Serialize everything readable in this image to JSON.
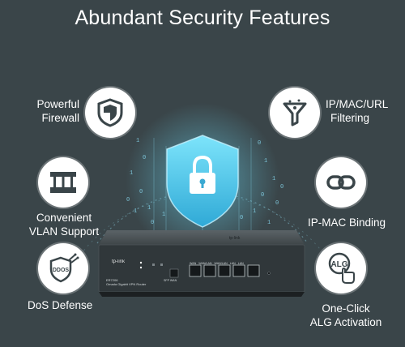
{
  "title": "Abundant Security Features",
  "features": {
    "firewall": {
      "line1": "Powerful",
      "line2": "Firewall",
      "icon": "shield-icon"
    },
    "filtering": {
      "line1": "IP/MAC/URL",
      "line2": "Filtering",
      "icon": "funnel-icon"
    },
    "vlan": {
      "line1": "Convenient",
      "line2": "VLAN Support",
      "icon": "network-icon"
    },
    "binding": {
      "line1": "IP-MAC Binding",
      "icon": "link-icon"
    },
    "dos": {
      "line1": "DoS Defense",
      "icon": "ddos-shield-icon"
    },
    "alg": {
      "line1": "One-Click",
      "line2": "ALG Activation",
      "icon": "alg-click-icon"
    }
  },
  "ddos_text": "DDOS",
  "alg_text": "ALG",
  "router": {
    "brand": "tp-link",
    "model": "ER7206",
    "subtitle": "Omada Gigabit VPN Router",
    "sfp_label": "SFP WAN",
    "ports_label": "WAN   WAN/LAN   WAN/LAN   LAN   LAN"
  },
  "colors": {
    "background": "#3a4549",
    "accent": "#5fd0ec",
    "white": "#ffffff",
    "icon_dark": "#3a4549"
  }
}
